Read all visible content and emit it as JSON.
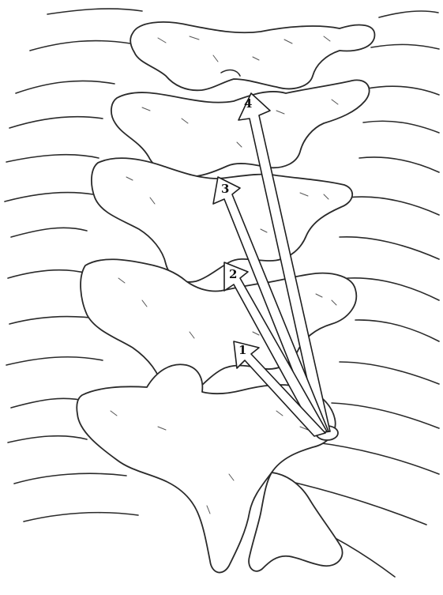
{
  "arrows": [
    {
      "label": "1"
    },
    {
      "label": "2"
    },
    {
      "label": "3"
    },
    {
      "label": "4"
    }
  ]
}
